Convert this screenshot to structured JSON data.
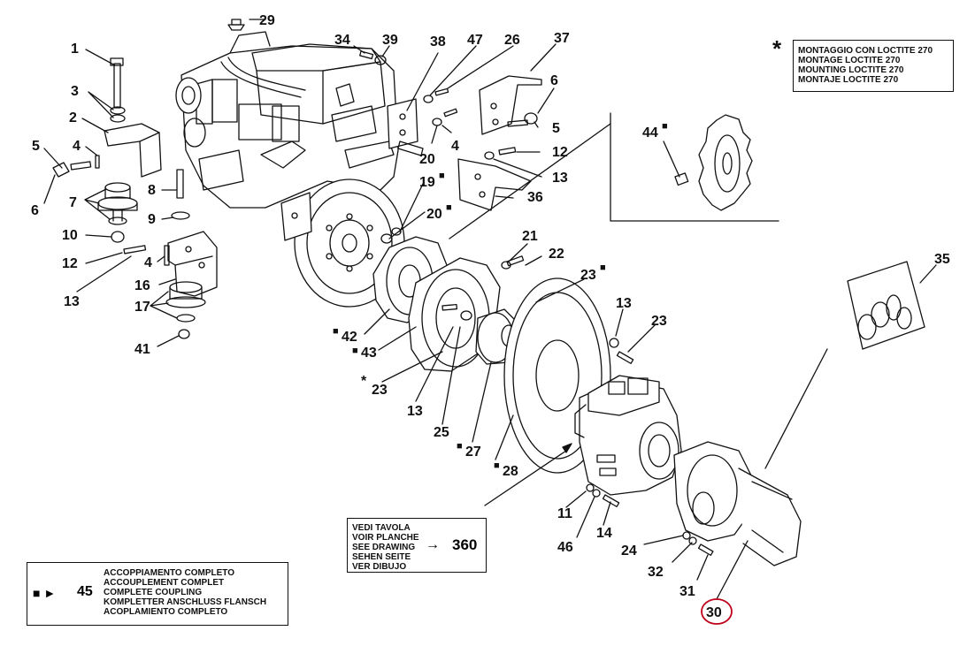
{
  "note": {
    "symbol": "*",
    "lines": [
      "MONTAGGIO CON LOCTITE 270",
      "MONTAGE LOCTITE 270",
      "MOUNTING LOCTITE 270",
      "MONTAJE LOCTITE 270"
    ]
  },
  "see_drawing": {
    "lines": [
      "VEDI TAVOLA",
      "VOIR PLANCHE",
      "SEE DRAWING",
      "SEHEN SEITE",
      "VER DIBUJO"
    ],
    "arrow": "→",
    "ref": "360"
  },
  "coupling": {
    "symbol": "■ ►",
    "ref": "45",
    "lines": [
      "ACCOPPIAMENTO COMPLETO",
      "ACCOUPLEMENT COMPLET",
      "COMPLETE COUPLING",
      "KOMPLETTER ANSCHLUSS FLANSCH",
      "ACOPLAMIENTO COMPLETO"
    ]
  },
  "callouts": [
    {
      "id": "c1",
      "n": "1"
    },
    {
      "id": "c3",
      "n": "3"
    },
    {
      "id": "c2",
      "n": "2"
    },
    {
      "id": "c5l",
      "n": "5"
    },
    {
      "id": "c4a",
      "n": "4"
    },
    {
      "id": "c6l",
      "n": "6"
    },
    {
      "id": "c7",
      "n": "7"
    },
    {
      "id": "c8",
      "n": "8"
    },
    {
      "id": "c9",
      "n": "9"
    },
    {
      "id": "c10",
      "n": "10"
    },
    {
      "id": "c12l",
      "n": "12"
    },
    {
      "id": "c4b",
      "n": "4"
    },
    {
      "id": "c13l",
      "n": "13"
    },
    {
      "id": "c16",
      "n": "16"
    },
    {
      "id": "c17",
      "n": "17"
    },
    {
      "id": "c41",
      "n": "41"
    },
    {
      "id": "c29",
      "n": "29"
    },
    {
      "id": "c34",
      "n": "34"
    },
    {
      "id": "c39",
      "n": "39"
    },
    {
      "id": "c38",
      "n": "38"
    },
    {
      "id": "c47",
      "n": "47"
    },
    {
      "id": "c26",
      "n": "26"
    },
    {
      "id": "c37",
      "n": "37"
    },
    {
      "id": "c6r",
      "n": "6"
    },
    {
      "id": "c5r",
      "n": "5"
    },
    {
      "id": "c4r",
      "n": "4"
    },
    {
      "id": "c20a",
      "n": "20"
    },
    {
      "id": "c12r",
      "n": "12"
    },
    {
      "id": "c13r",
      "n": "13"
    },
    {
      "id": "c36",
      "n": "36"
    },
    {
      "id": "c19",
      "n": "19"
    },
    {
      "id": "c20b",
      "n": "20"
    },
    {
      "id": "c44",
      "n": "44"
    },
    {
      "id": "c21",
      "n": "21"
    },
    {
      "id": "c22",
      "n": "22"
    },
    {
      "id": "c23a",
      "n": "23"
    },
    {
      "id": "c13m",
      "n": "13"
    },
    {
      "id": "c23b",
      "n": "23"
    },
    {
      "id": "c35",
      "n": "35"
    },
    {
      "id": "c42",
      "n": "42"
    },
    {
      "id": "c43",
      "n": "43"
    },
    {
      "id": "c23c",
      "n": "23"
    },
    {
      "id": "c13b",
      "n": "13"
    },
    {
      "id": "c25",
      "n": "25"
    },
    {
      "id": "c27",
      "n": "27"
    },
    {
      "id": "c28",
      "n": "28"
    },
    {
      "id": "c11",
      "n": "11"
    },
    {
      "id": "c46",
      "n": "46"
    },
    {
      "id": "c14",
      "n": "14"
    },
    {
      "id": "c24",
      "n": "24"
    },
    {
      "id": "c32",
      "n": "32"
    },
    {
      "id": "c31",
      "n": "31"
    },
    {
      "id": "c30",
      "n": "30"
    }
  ],
  "highlight_color": "#c0001a"
}
